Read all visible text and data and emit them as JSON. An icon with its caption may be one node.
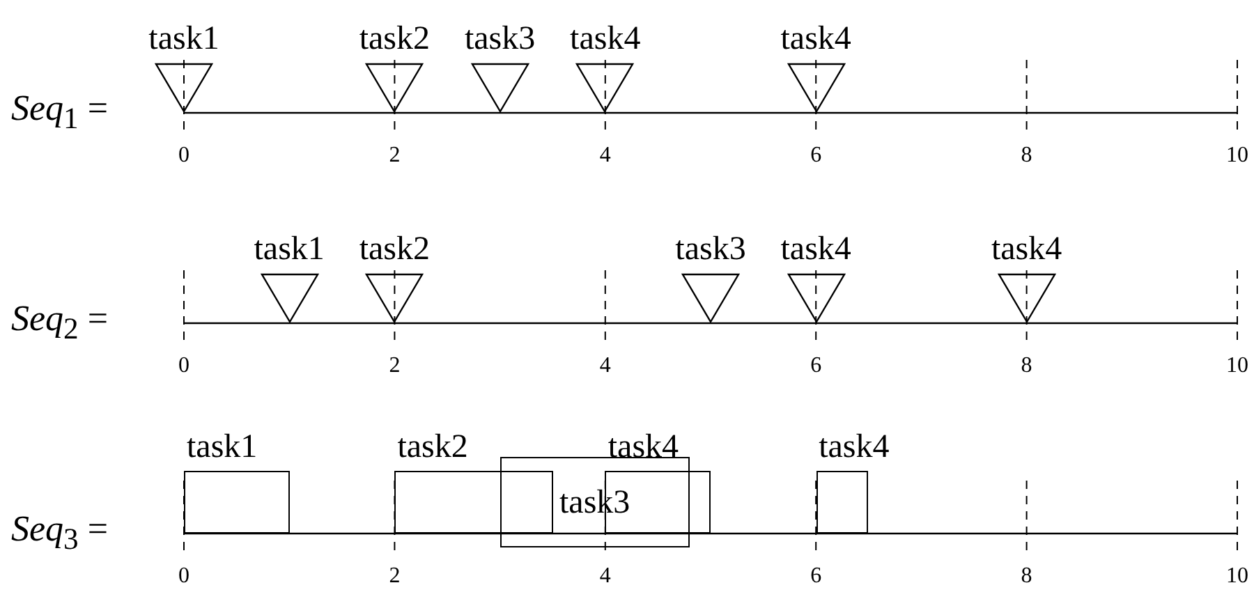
{
  "diagram": {
    "nodes": [
      {
        "text": [
          "task1"
        ]
      },
      {
        "text": [
          "task2"
        ]
      },
      {
        "text": [
          "task3"
        ]
      },
      {
        "text": [
          "task4"
        ]
      },
      {
        "text": [
          "task4"
        ]
      },
      {
        "text": [
          "task1"
        ]
      },
      {
        "text": [
          "task2"
        ]
      },
      {
        "text": [
          "task3"
        ]
      },
      {
        "text": [
          "task4"
        ]
      },
      {
        "text": [
          "task4"
        ]
      },
      {
        "text": [
          "task1"
        ]
      },
      {
        "text": [
          "task2"
        ]
      },
      {
        "text": [
          "task4"
        ]
      },
      {
        "text": [
          "task3"
        ]
      },
      {
        "text": [
          "task4"
        ]
      }
    ],
    "labels": [
      "*Seq*$_{1}$ =",
      "0",
      "2",
      "4",
      "6",
      "8",
      "10",
      "*Seq*$_{2}$ =",
      "0",
      "2",
      "4",
      "6",
      "8",
      "10",
      "*Seq*$_{3}$ =",
      "0",
      "2",
      "4",
      "6",
      "8",
      "10"
    ]
  }
}
